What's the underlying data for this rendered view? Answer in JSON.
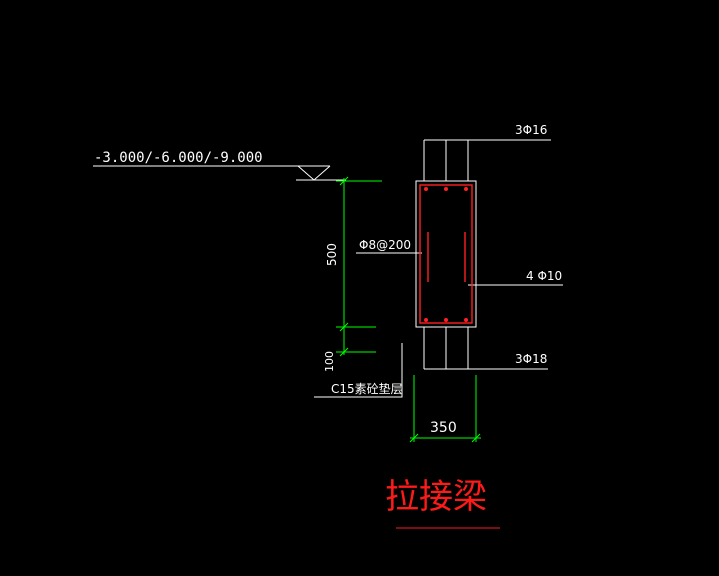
{
  "drawing": {
    "background": "#000000",
    "colors": {
      "line": "#ffffff",
      "dimension": "#00ff00",
      "rebar": "#ff2020",
      "title": "#ff1a1a"
    },
    "elevation_label": "-3.000/-6.000/-9.000",
    "labels": {
      "top_rebar": "3Φ16",
      "stirrup": "Φ8@200",
      "side_rebar": "4 Φ10",
      "bottom_rebar": "3Φ18",
      "cushion": "C15素砼垫层"
    },
    "dimensions": {
      "beam_height": "500",
      "cushion_thickness": "100",
      "beam_width": "350"
    },
    "title": "拉接梁"
  }
}
